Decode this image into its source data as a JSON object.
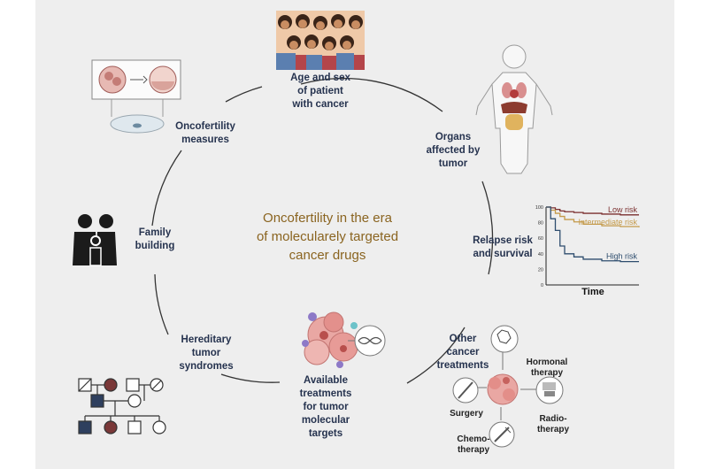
{
  "center_title": "Oncofertility in the era\nof molecularely targeted\ncancer drugs",
  "nodes": {
    "age_sex": "Age and sex\nof patient\nwith cancer",
    "organs": "Organs\naffected by\ntumor",
    "relapse": "Relapse risk\nand survival",
    "other_treatments": "Other\ncancer\ntreatments",
    "available_treatments": "Available\ntreatments\nfor tumor\nmolecular\ntargets",
    "hereditary": "Hereditary\ntumor\nsyndromes",
    "family": "Family\nbuilding",
    "oncofertility_measures": "Oncofertility\nmeasures"
  },
  "treatments": {
    "surgery": "Surgery",
    "hormonal": "Hormonal\ntherapy",
    "radio": "Radio-\ntherapy",
    "chemo": "Chemo-\ntherapy"
  },
  "chart_data": {
    "type": "line",
    "xlabel": "Time",
    "ylabel": "",
    "ylim": [
      0,
      100
    ],
    "yticks": [
      0,
      20,
      40,
      60,
      80,
      100
    ],
    "x": [
      0,
      5,
      10,
      15,
      20,
      30,
      40,
      60,
      80,
      100
    ],
    "series": [
      {
        "name": "Low risk",
        "color": "#7a2e2e",
        "values": [
          100,
          99,
          97,
          95,
          94,
          93,
          92,
          91,
          90,
          90
        ]
      },
      {
        "name": "Intermediate risk",
        "color": "#c49a4a",
        "values": [
          100,
          96,
          92,
          88,
          84,
          81,
          78,
          76,
          75,
          74
        ]
      },
      {
        "name": "High risk",
        "color": "#2e4d6e",
        "values": [
          100,
          85,
          70,
          50,
          40,
          36,
          33,
          31,
          30,
          30
        ]
      }
    ]
  },
  "colors": {
    "panel": "#eeeeee",
    "label_text": "#26334f",
    "center_text": "#8a6420",
    "cycle_line": "#333333"
  }
}
